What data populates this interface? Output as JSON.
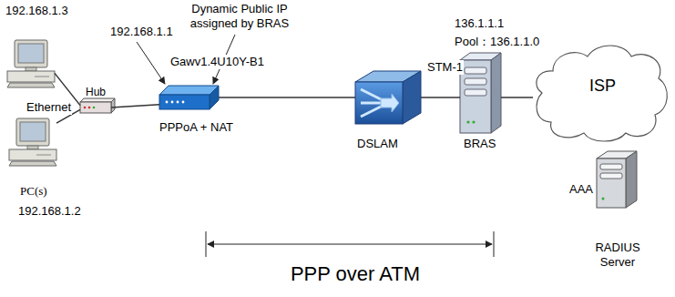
{
  "diagram": {
    "nodes": [
      {
        "text": [
          "192.168.1.3"
        ]
      },
      {
        "text": [
          "PC(s)",
          "192.168.1.2"
        ]
      },
      {
        "text": [
          "Hub"
        ]
      },
      {
        "text": [
          "PPPoA + NAT"
        ]
      },
      {
        "text": [
          "DSLAM"
        ]
      },
      {
        "text": [
          "BRAS"
        ]
      },
      {
        "text": [
          "ISP"
        ]
      },
      {
        "text": [
          "AAA",
          "RADIUS Server"
        ]
      }
    ],
    "edges": [
      {
        "from": 0,
        "to": 2,
        "arrow": "none"
      },
      {
        "from": 1,
        "to": 2,
        "arrow": "none"
      },
      {
        "from": 2,
        "to": 3,
        "arrow": "none"
      },
      {
        "from": 3,
        "to": 4,
        "arrow": "none"
      },
      {
        "from": 4,
        "to": 5,
        "arrow": "none"
      },
      {
        "from": 5,
        "to": 6,
        "arrow": "none"
      }
    ],
    "labels": [
      "192.168.1.1",
      "Dynamic Public IP assigned by BRAS",
      "Gawv1.4U10Y-B1",
      "136.1.1.1",
      "Pool：136.1.1.0",
      "Ethernet",
      "STM-1",
      "PPP over ATM"
    ]
  }
}
